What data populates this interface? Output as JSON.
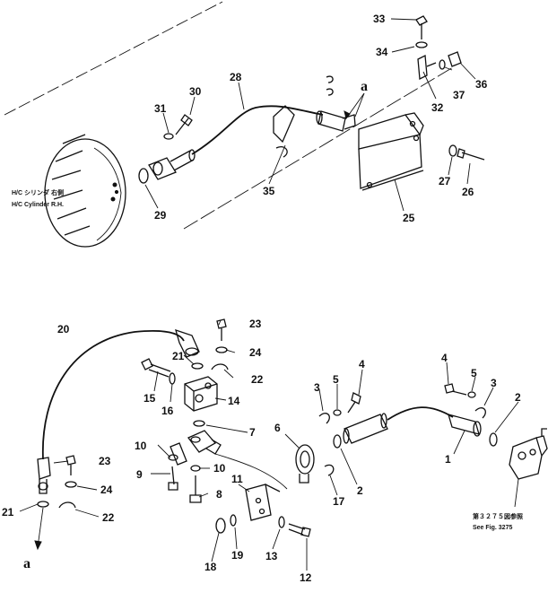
{
  "top_assembly": {
    "cylinder_label_jp": "H/C シリンダ 右側",
    "cylinder_label_en": "H/C Cylinder R.H."
  },
  "bottom_assembly": {
    "see_fig_jp": "第３２７５図参照",
    "see_fig_en": "See Fig. 3275"
  },
  "reference_marks": {
    "top": "a",
    "bottom": "a"
  },
  "callouts": [
    {
      "id": "c33",
      "text": "33"
    },
    {
      "id": "c34",
      "text": "34"
    },
    {
      "id": "c36",
      "text": "36"
    },
    {
      "id": "c37",
      "text": "37"
    },
    {
      "id": "c32",
      "text": "32"
    },
    {
      "id": "c28",
      "text": "28"
    },
    {
      "id": "c30",
      "text": "30"
    },
    {
      "id": "c31",
      "text": "31"
    },
    {
      "id": "c29",
      "text": "29"
    },
    {
      "id": "c35",
      "text": "35"
    },
    {
      "id": "c27",
      "text": "27"
    },
    {
      "id": "c26",
      "text": "26"
    },
    {
      "id": "c25",
      "text": "25"
    },
    {
      "id": "c20",
      "text": "20"
    },
    {
      "id": "c23a",
      "text": "23"
    },
    {
      "id": "c24a",
      "text": "24"
    },
    {
      "id": "c21a",
      "text": "21"
    },
    {
      "id": "c22a",
      "text": "22"
    },
    {
      "id": "c15",
      "text": "15"
    },
    {
      "id": "c16",
      "text": "16"
    },
    {
      "id": "c14",
      "text": "14"
    },
    {
      "id": "c7",
      "text": "7"
    },
    {
      "id": "c10a",
      "text": "10"
    },
    {
      "id": "c10b",
      "text": "10"
    },
    {
      "id": "c9",
      "text": "9"
    },
    {
      "id": "c8",
      "text": "8"
    },
    {
      "id": "c23b",
      "text": "23"
    },
    {
      "id": "c24b",
      "text": "24"
    },
    {
      "id": "c21b",
      "text": "21"
    },
    {
      "id": "c22b",
      "text": "22"
    },
    {
      "id": "c11",
      "text": "11"
    },
    {
      "id": "c6",
      "text": "6"
    },
    {
      "id": "c3a",
      "text": "3"
    },
    {
      "id": "c5a",
      "text": "5"
    },
    {
      "id": "c4a",
      "text": "4"
    },
    {
      "id": "c2a",
      "text": "2"
    },
    {
      "id": "c17",
      "text": "17"
    },
    {
      "id": "c4b",
      "text": "4"
    },
    {
      "id": "c5b",
      "text": "5"
    },
    {
      "id": "c3b",
      "text": "3"
    },
    {
      "id": "c2b",
      "text": "2"
    },
    {
      "id": "c1",
      "text": "1"
    },
    {
      "id": "c18",
      "text": "18"
    },
    {
      "id": "c19",
      "text": "19"
    },
    {
      "id": "c13",
      "text": "13"
    },
    {
      "id": "c12",
      "text": "12"
    }
  ]
}
